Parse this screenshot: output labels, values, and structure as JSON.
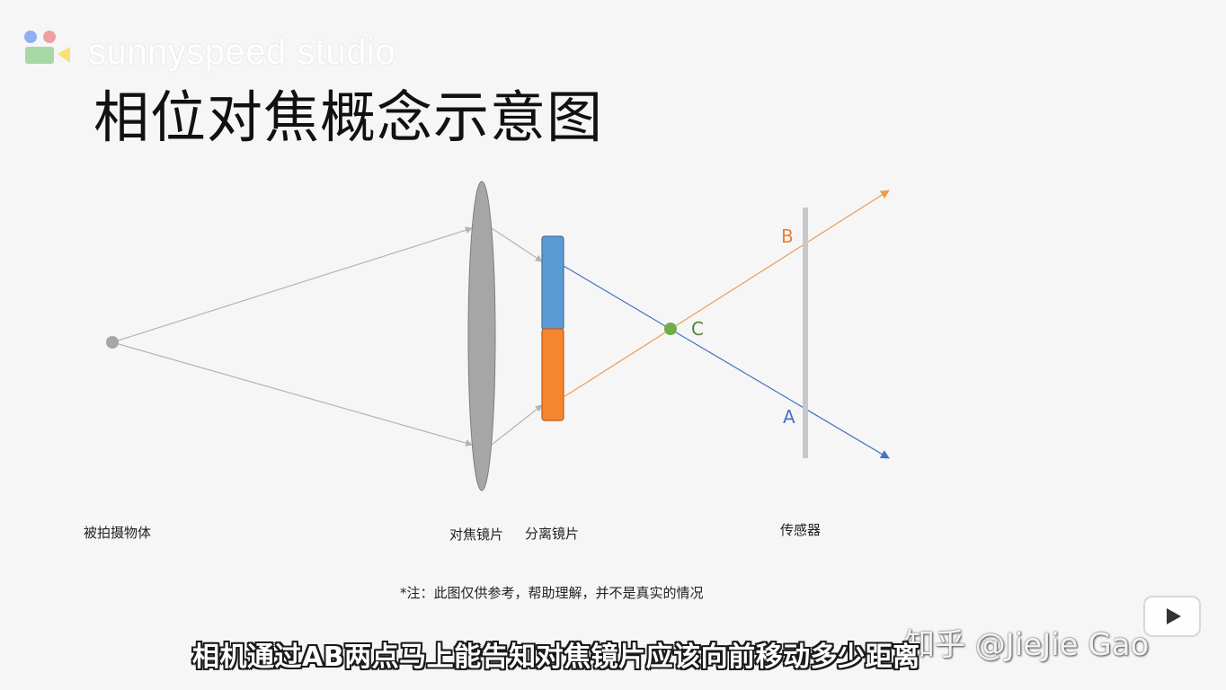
{
  "watermark": {
    "logo_icon": "sunnyspeed-logo-icon",
    "text": "sunnyspeed studio"
  },
  "title": "相位对焦概念示意图",
  "diagram": {
    "labels": {
      "object": "被拍摄物体",
      "focus_lens": "对焦镜片",
      "separator_lens": "分离镜片",
      "sensor": "传感器",
      "point_a": "A",
      "point_b": "B",
      "point_c": "C"
    },
    "colors": {
      "ray_gray": "#b4b4b4",
      "lens_gray": "#a6a6a6",
      "blue": "#5b9bd5",
      "blue_ray": "#4472c4",
      "orange": "#f4862f",
      "orange_ray": "#ed9b4f",
      "green": "#70ad47",
      "sensor_gray": "#c8c8c8"
    }
  },
  "note": "*注：此图仅供参考，帮助理解，并不是真实的情况",
  "video": {
    "subtitle": "相机通过AB两点马上能告知对焦镜片应该向前移动多少距离",
    "platform_watermark": "知乎 @JieJie Gao",
    "play_icon": "play-icon"
  }
}
